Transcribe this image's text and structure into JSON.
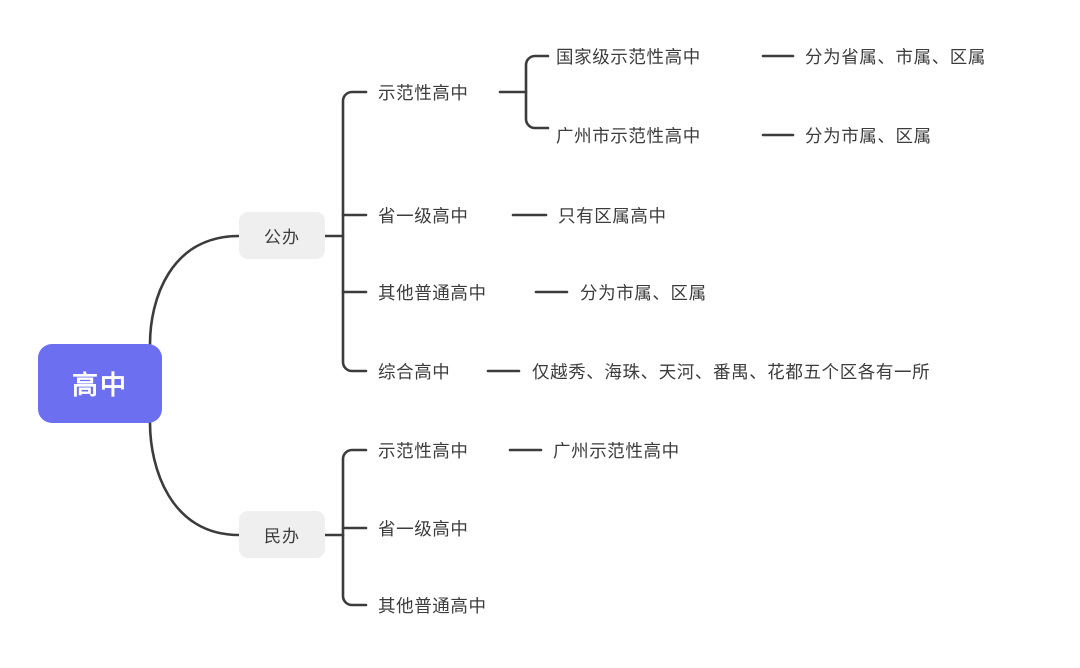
{
  "diagram": {
    "type": "mindmap",
    "title": "高中",
    "orientation": "left-to-right",
    "colors": {
      "root_fill": "#6B6FF0",
      "root_text": "#ffffff",
      "branch_fill": "#EFEFEF",
      "branch_text": "#3C3C3C",
      "leaf_text": "#3C3C3C",
      "connector": "#3C3C3C",
      "background": "#ffffff"
    }
  },
  "root": {
    "label": "高中"
  },
  "branches": [
    {
      "id": "public",
      "label": "公办",
      "children": [
        {
          "id": "public-model",
          "label": "示范性高中",
          "children": [
            {
              "id": "national-model",
              "label": "国家级示范性高中",
              "note": "分为省属、市属、区属"
            },
            {
              "id": "guangzhou-model",
              "label": "广州市示范性高中",
              "note": "分为市属、区属"
            }
          ]
        },
        {
          "id": "public-provincial",
          "label": "省一级高中",
          "note": "只有区属高中"
        },
        {
          "id": "public-other",
          "label": "其他普通高中",
          "note": "分为市属、区属"
        },
        {
          "id": "public-comprehensive",
          "label": "综合高中",
          "note": "仅越秀、海珠、天河、番禺、花都五个区各有一所"
        }
      ]
    },
    {
      "id": "private",
      "label": "民办",
      "children": [
        {
          "id": "private-model",
          "label": "示范性高中",
          "note": "广州示范性高中"
        },
        {
          "id": "private-provincial",
          "label": "省一级高中",
          "note": ""
        },
        {
          "id": "private-other",
          "label": "其他普通高中",
          "note": ""
        }
      ]
    }
  ]
}
